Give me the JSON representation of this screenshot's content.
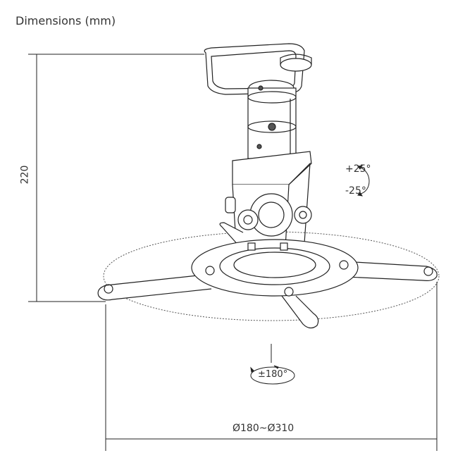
{
  "title": "Dimensions (mm)",
  "dimensions": {
    "height": "220",
    "diameter": "Ø180~Ø310",
    "tilt_up": "+25°",
    "tilt_down": "-25°",
    "rotation": "±180°"
  }
}
